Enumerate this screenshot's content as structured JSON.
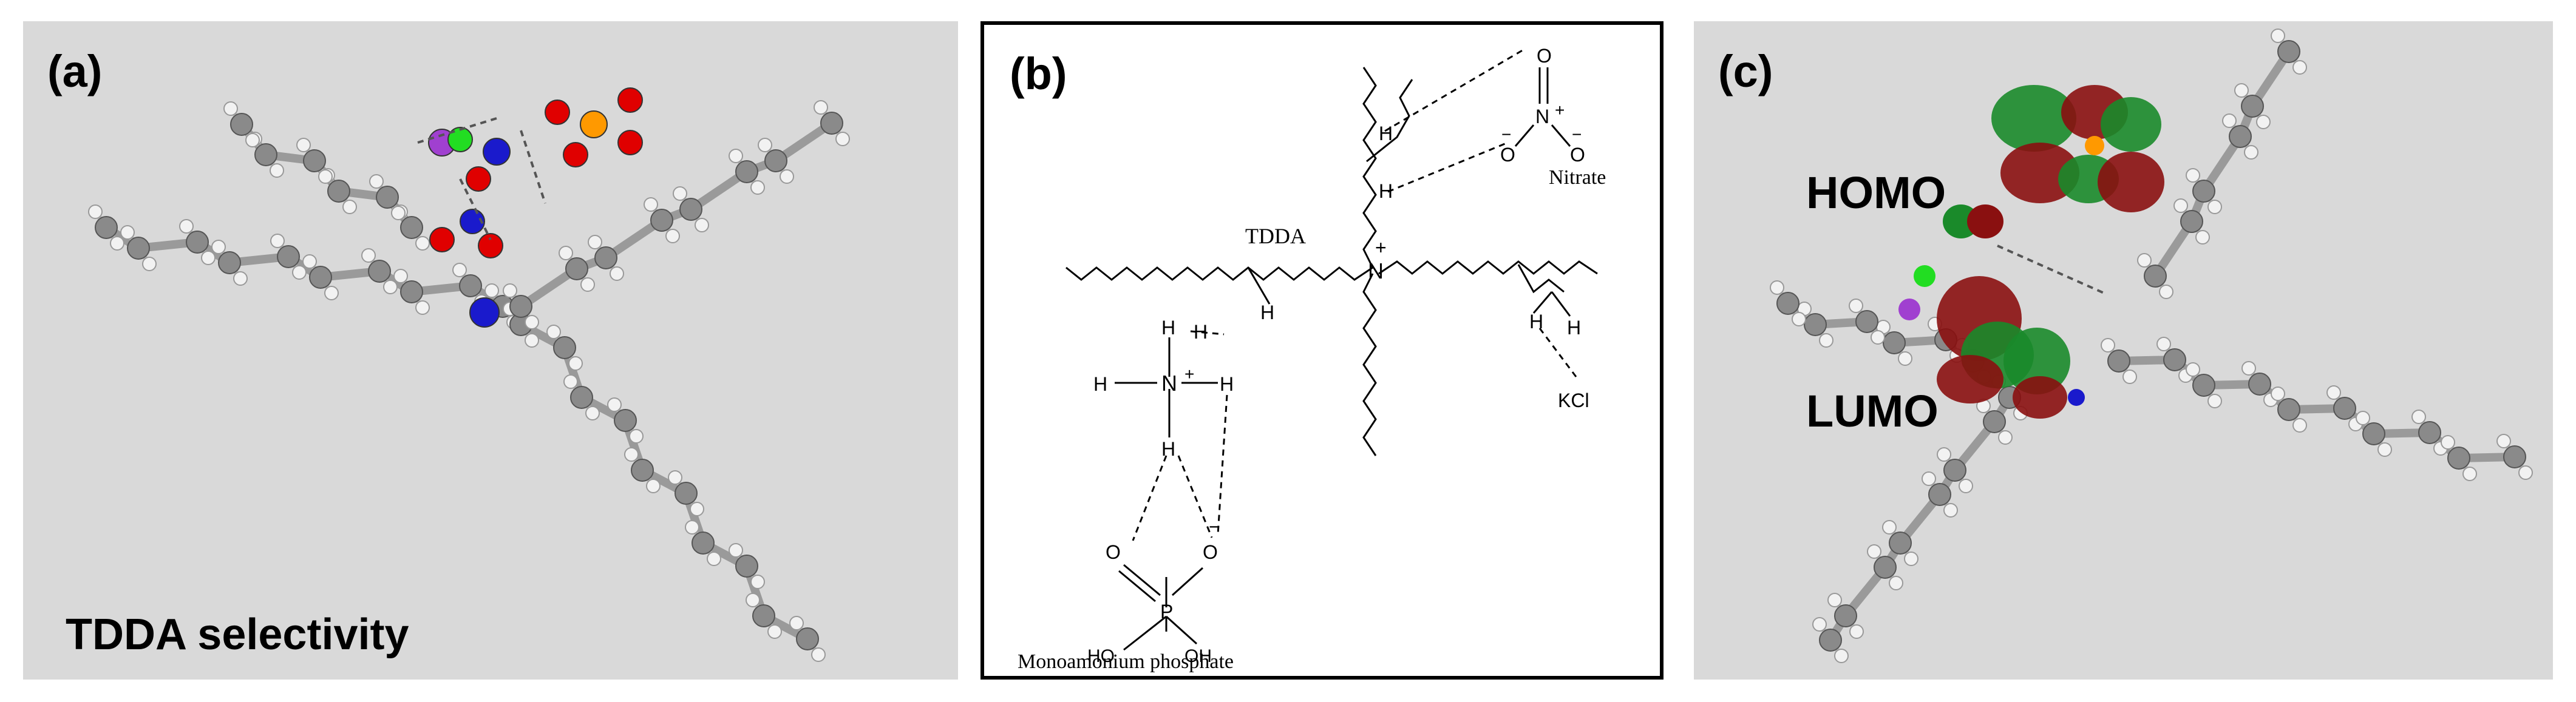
{
  "panel_a": {
    "label": "(a)",
    "caption": "TDDA selectivity"
  },
  "panel_b": {
    "label": "(b)",
    "tdda": "TDDA",
    "nitrate": "Nitrate",
    "kcl": "KCl",
    "mono": "Monoamonium phosphate",
    "N": "N",
    "H": "H",
    "O": "O",
    "P": "P",
    "OH": "OH",
    "HO": "HO",
    "plus": "+",
    "minus": "−"
  },
  "panel_c": {
    "label": "(c)",
    "homo": "HOMO",
    "lumo": "LUMO"
  },
  "colors": {
    "panel_bg": "#d9d9d9",
    "carbon": "#8a8a8a",
    "hydrogen": "#f2f2f2",
    "nitrogen": "#1a1acc",
    "oxygen": "#e00000",
    "phosphorus": "#ff9900",
    "chlorine": "#22dd22",
    "potassium": "#a040d0",
    "orbital_green": "#1a8a2a",
    "orbital_red": "#8a1010"
  }
}
